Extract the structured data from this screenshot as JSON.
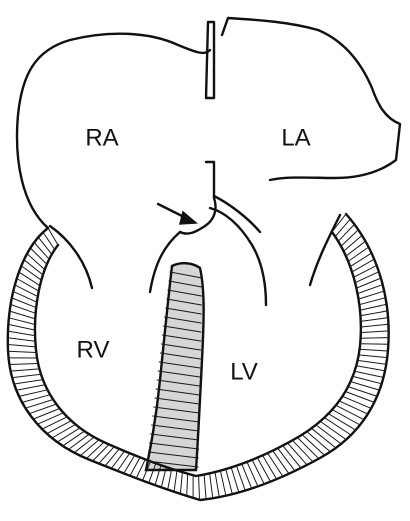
{
  "labels": {
    "ra": "RA",
    "la": "LA",
    "rv": "RV",
    "lv": "LV"
  },
  "colors": {
    "ink": "#111111",
    "background": "#ffffff"
  }
}
